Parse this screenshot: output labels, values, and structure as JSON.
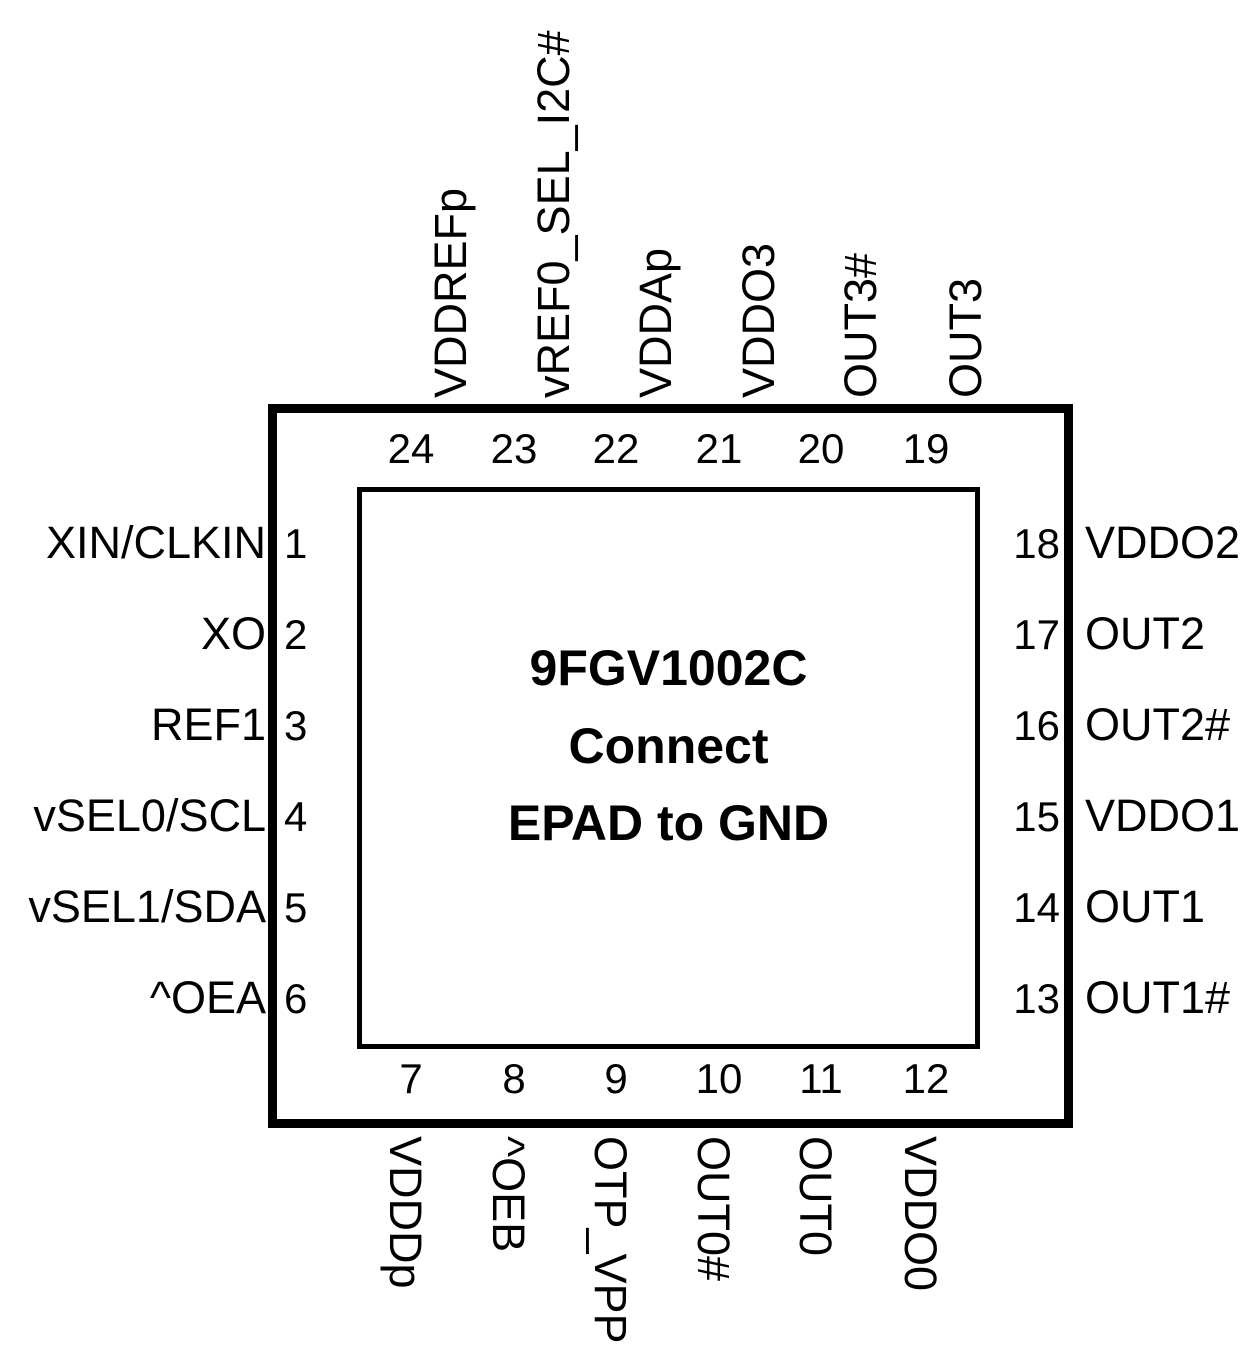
{
  "part": {
    "name": "9FGV1002C",
    "note_line1": "Connect",
    "note_line2": "EPAD to GND"
  },
  "package": {
    "total_pins": 24,
    "style": "QFN with exposed pad (EPAD)"
  },
  "pins": {
    "left": [
      {
        "number": "1",
        "label": "XIN/CLKIN"
      },
      {
        "number": "2",
        "label": "XO"
      },
      {
        "number": "3",
        "label": "REF1"
      },
      {
        "number": "4",
        "label": "vSEL0/SCL"
      },
      {
        "number": "5",
        "label": "vSEL1/SDA"
      },
      {
        "number": "6",
        "label": "^OEA"
      }
    ],
    "bottom": [
      {
        "number": "7",
        "label": "VDDDp"
      },
      {
        "number": "8",
        "label": "^OEB"
      },
      {
        "number": "9",
        "label": "OTP_VPP"
      },
      {
        "number": "10",
        "label": "OUT0#"
      },
      {
        "number": "11",
        "label": "OUT0"
      },
      {
        "number": "12",
        "label": "VDDO0"
      }
    ],
    "right": [
      {
        "number": "13",
        "label": "OUT1#"
      },
      {
        "number": "14",
        "label": "OUT1"
      },
      {
        "number": "15",
        "label": "VDDO1"
      },
      {
        "number": "16",
        "label": "OUT2#"
      },
      {
        "number": "17",
        "label": "OUT2"
      },
      {
        "number": "18",
        "label": "VDDO2"
      }
    ],
    "top": [
      {
        "number": "19",
        "label": "OUT3"
      },
      {
        "number": "20",
        "label": "OUT3#"
      },
      {
        "number": "21",
        "label": "VDDO3"
      },
      {
        "number": "22",
        "label": "VDDAp"
      },
      {
        "number": "23",
        "label": "vREF0_SEL_I2C#"
      },
      {
        "number": "24",
        "label": "VDDREFp"
      }
    ]
  },
  "colors": {
    "ink": "#000000",
    "background": "#ffffff"
  }
}
